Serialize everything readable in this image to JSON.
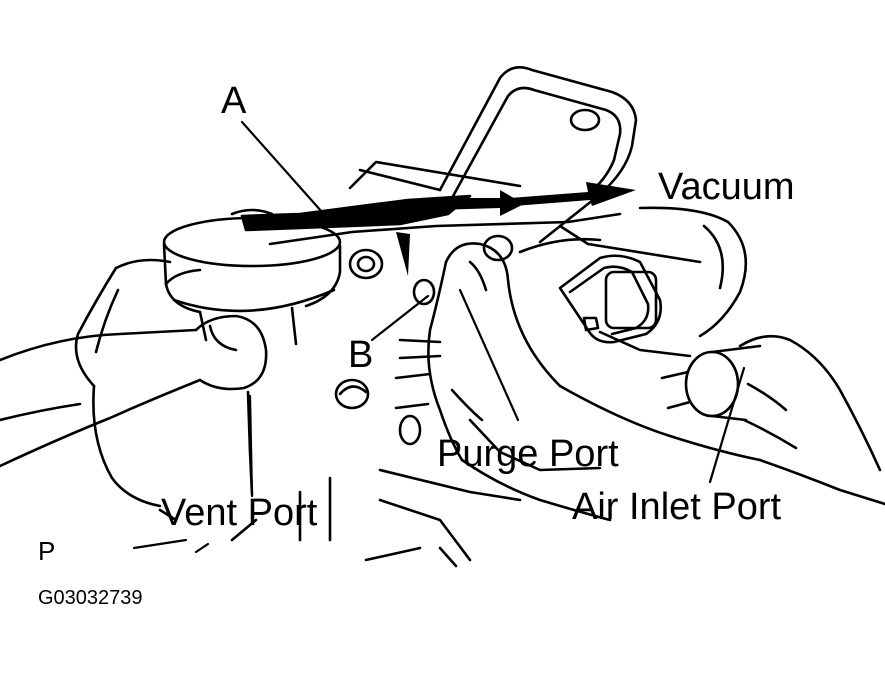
{
  "labels": {
    "a": "A",
    "b": "B",
    "vacuum": "Vacuum",
    "purge_port": "Purge Port",
    "vent_port": "Vent Port",
    "air_inlet_port": "Air Inlet Port",
    "p": "P",
    "figure_code": "G03032739"
  },
  "colors": {
    "ink": "#000000",
    "paper": "#ffffff"
  }
}
